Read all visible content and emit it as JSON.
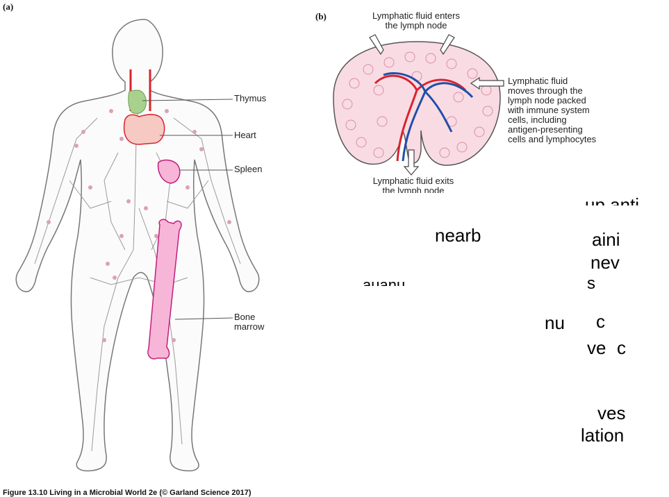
{
  "panel_a": {
    "label": "(a)",
    "organs": {
      "thymus": "Thymus",
      "heart": "Heart",
      "spleen": "Spleen",
      "bone_marrow_line1": "Bone",
      "bone_marrow_line2": "marrow"
    }
  },
  "panel_b": {
    "label": "(b)",
    "enters_line1": "Lymphatic fluid enters",
    "enters_line2": "the lymph node",
    "moves_lines": [
      "Lymphatic fluid",
      "moves through the",
      "lymph node packed",
      "with immune system",
      "cells, including",
      "antigen-presenting",
      "cells and lymphocytes"
    ],
    "exits_line1": "Lymphatic fluid exits",
    "exits_line2": "the lymph node"
  },
  "fragments": [
    "up anti",
    "nearb",
    "aini",
    "nev",
    "auanu",
    "s",
    "nu",
    "c",
    "ve",
    "c",
    "ves",
    "lation"
  ],
  "caption": "Figure 13.10  Living in a Microbial World 2e (© Garland Science 2017)",
  "colors": {
    "thymus": "#a9d18e",
    "heart": "#f6c9c3",
    "spleen": "#f7b6d8",
    "bone": "#f7b6d8",
    "vessel_red": "#d9232e",
    "vessel_blue": "#1f4fa8",
    "node_fill": "#f9dbe3",
    "lymph_dot": "#d9a3b3"
  }
}
